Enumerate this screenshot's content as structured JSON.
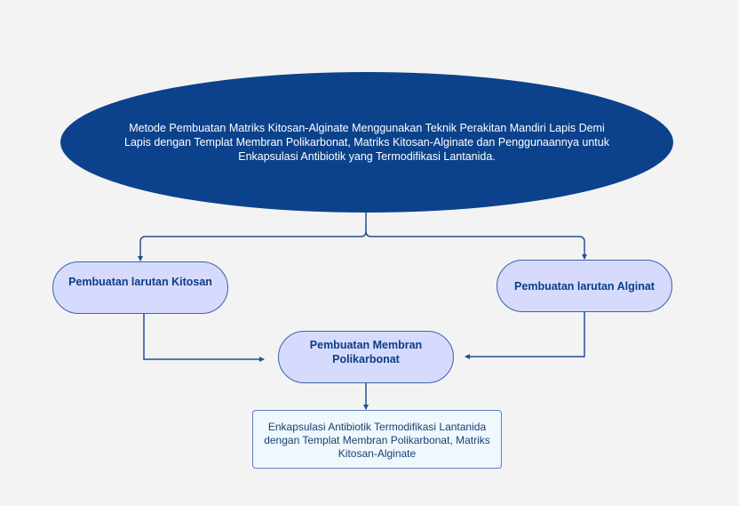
{
  "diagram": {
    "title_node": {
      "text": "Metode Pembuatan Matriks Kitosan-Alginate Menggunakan Teknik Perakitan Mandiri Lapis Demi Lapis dengan Templat Membran Polikarbonat, Matriks Kitosan-Alginate dan Penggunaannya untuk Enkapsulasi Antibiotik yang Termodifikasi Lantanida."
    },
    "nodes": {
      "kitosan": "Pembuatan larutan Kitosan",
      "alginat": "Pembuatan larutan Alginat",
      "membran": "Pembuatan Membran Polikarbonat",
      "result": "Enkapsulasi Antibiotik Termodifikasi Lantanida dengan Templat Membran Polikarbonat, Matriks Kitosan-Alginate"
    },
    "colors": {
      "title_fill": "#0c428c",
      "pill_fill": "#d6dafc",
      "pill_text": "#0c3d84",
      "connector": "#1f4f97",
      "result_fill": "#eef8fd"
    }
  }
}
